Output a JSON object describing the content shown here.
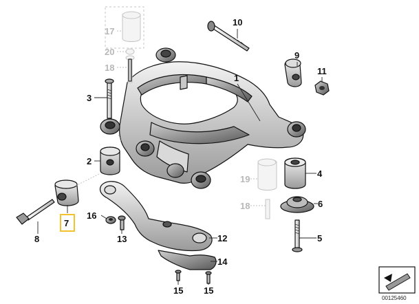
{
  "callouts": {
    "p1": "1",
    "p2": "2",
    "p3": "3",
    "p4": "4",
    "p5": "5",
    "p6": "6",
    "p7": "7",
    "p8": "8",
    "p9": "9",
    "p10": "10",
    "p11": "11",
    "p12": "12",
    "p13": "13",
    "p14": "14",
    "p15a": "15",
    "p15b": "15",
    "p16": "16",
    "p17": "17",
    "p18a": "18",
    "p18b": "18",
    "p19": "19",
    "p20": "20"
  },
  "highlighted_callout": "7",
  "highlight_color": "#f2c12e",
  "drawing_number": "00125460",
  "icons": [
    "arrow-badge-icon"
  ]
}
